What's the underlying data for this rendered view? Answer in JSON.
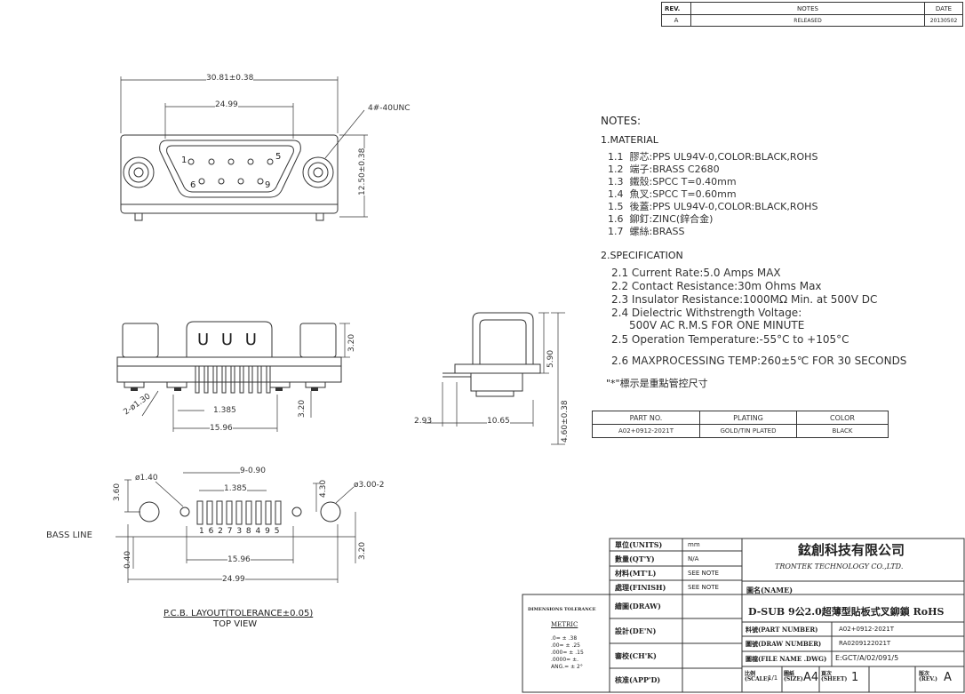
{
  "revision_table": {
    "headers": [
      "REV.",
      "NOTES",
      "DATE"
    ],
    "row": [
      "A",
      "RELEASED",
      "20130502"
    ]
  },
  "drawing": {
    "front_view": {
      "overall_width": "30.81±0.38",
      "shell_width": "24.99",
      "height": "12.50±0.38",
      "thread": "4#-40UNC",
      "pin_top_left": "1",
      "pin_top_right": "5",
      "pin_bottom_left": "6",
      "pin_bottom_right": "9"
    },
    "side_view": {
      "height": "3.20",
      "hole": "2-ø1.30",
      "pitch": "1.385",
      "pin_len": "3.20",
      "width": "15.96",
      "letters": "U U U"
    },
    "end_view": {
      "height": "5.90",
      "offset": "2.93",
      "depth": "10.65",
      "total": "4.60±0.38"
    },
    "pcb_layout": {
      "hole_small": "ø1.40",
      "slot": "9-0.90",
      "pitch": "1.385",
      "hole_large": "ø3.00-2",
      "left_height": "3.60",
      "right_height": "4.30",
      "pin_numbers": "1 6 2 7 3 8 4 9 5",
      "base_line": "BASS LINE",
      "offset": "0.40",
      "right_offset": "3.20",
      "inner_width": "15.96",
      "outer_width": "24.99",
      "title": "P.C.B. LAYOUT(TOLERANCE±0.05)",
      "subtitle": "TOP VIEW"
    }
  },
  "notes": {
    "title": "NOTES:",
    "material_title": "1.MATERIAL",
    "material": [
      {
        "num": "1.1",
        "text": "膠芯:PPS UL94V-0,COLOR:BLACK,ROHS"
      },
      {
        "num": "1.2",
        "text": "端子:BRASS C2680"
      },
      {
        "num": "1.3",
        "text": "鐵殼:SPCC T=0.40mm"
      },
      {
        "num": "1.4",
        "text": "魚叉:SPCC T=0.60mm"
      },
      {
        "num": "1.5",
        "text": "後蓋:PPS UL94V-0,COLOR:BLACK,ROHS"
      },
      {
        "num": "1.6",
        "text": "鉚釘:ZINC(鋅合金)"
      },
      {
        "num": "1.7",
        "text": "螺絲:BRASS"
      }
    ],
    "spec_title": "2.SPECIFICATION",
    "spec": [
      {
        "num": "2.1",
        "text": "Current Rate:5.0 Amps  MAX"
      },
      {
        "num": "2.2",
        "text": "Contact Resistance:30m Ohms Max"
      },
      {
        "num": "2.3",
        "text": "Insulator Resistance:1000MΩ  Min. at 500V DC"
      },
      {
        "num": "2.4",
        "text": "Dielectric Withstrength  Voltage:"
      },
      {
        "num": "",
        "text": "500V AC  R.M.S FOR ONE  MINUTE"
      },
      {
        "num": "2.5",
        "text": "Operation Temperature:-55°C to +105°C"
      },
      {
        "num": "2.6",
        "text": "MAXPROCESSING TEMP:260±5℃ FOR 30 SECONDS"
      }
    ],
    "key_dim_note": "\"*\"標示是重點管控尺寸"
  },
  "part_table": {
    "headers": [
      "PART NO.",
      "PLATING",
      "COLOR"
    ],
    "row": [
      "A02+0912-2021T",
      "GOLD/TIN PLATED",
      "BLACK"
    ]
  },
  "title_block": {
    "units_label": "單位(UNITS)",
    "units_value": "mm",
    "qty_label": "數量(QT'Y)",
    "qty_value": "N/A",
    "mtl_label": "材料(MT'L)",
    "mtl_value": "SEE NOTE",
    "finish_label": "處理(FINISH)",
    "finish_value": "SEE NOTE",
    "draw_label": "繪圖(DRAW)",
    "design_label": "設計(DE'N)",
    "check_label": "審校(CH'K)",
    "approve_label": "核准(APP'D)",
    "company_cn": "鉉創科技有限公司",
    "company_en": "TRONTEK TECHNOLOGY CO.,LTD.",
    "name_label": "圖名(NAME)",
    "name_value": "D-SUB 9公2.0超薄型貼板式叉鉚鎖 RoHS",
    "part_number_label": "料號(PART NUMBER)",
    "part_number_value": "A02+0912-2021T",
    "draw_number_label": "圖號(DRAW NUMBER)",
    "draw_number_value": "RA0209122021T",
    "file_label": "圖檔(FILE NAME .DWG)",
    "file_value": "E:GCT/A/02/091/5",
    "scale_label": "比例(SCALE)",
    "scale_value": "1/1",
    "size_label": "圖紙(SIZE)",
    "size_value": "A4",
    "sheet_label": "頁次(SHEET)",
    "sheet_value": "1",
    "rev_label": "版次(REV.)",
    "rev_value": "A",
    "tolerance_title": "DIMENSIONS TOLERANCE",
    "tolerance_sub": "METRIC",
    "tolerances": [
      ".0= ± .38",
      ".00= ± .25",
      ".000= ± .15",
      ".0000= ±.",
      "ANG.= ± 2°"
    ]
  }
}
